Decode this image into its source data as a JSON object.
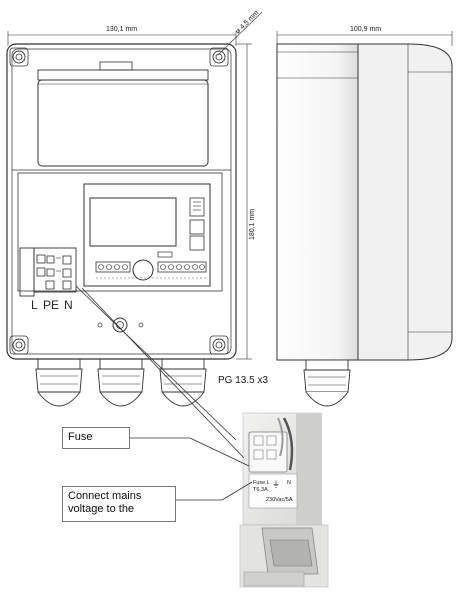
{
  "dimensions": {
    "width": "130,1 mm",
    "depth": "100,9 mm",
    "height": "180,1 mm",
    "hole": "ø 4,5 mm"
  },
  "terminals": {
    "l": "L",
    "pe": "PE",
    "n": "N"
  },
  "glands_label": "PG 13.5 x3",
  "callouts": {
    "fuse": "Fuse",
    "connect": "Connect mains voltage to the"
  },
  "photo_label": {
    "line1": "Fuse L",
    "line2": "T6,3A",
    "line3": "N",
    "line4": "230Vac/5A"
  },
  "colors": {
    "outline": "#333333",
    "case_shade": "#e9e9e9"
  }
}
